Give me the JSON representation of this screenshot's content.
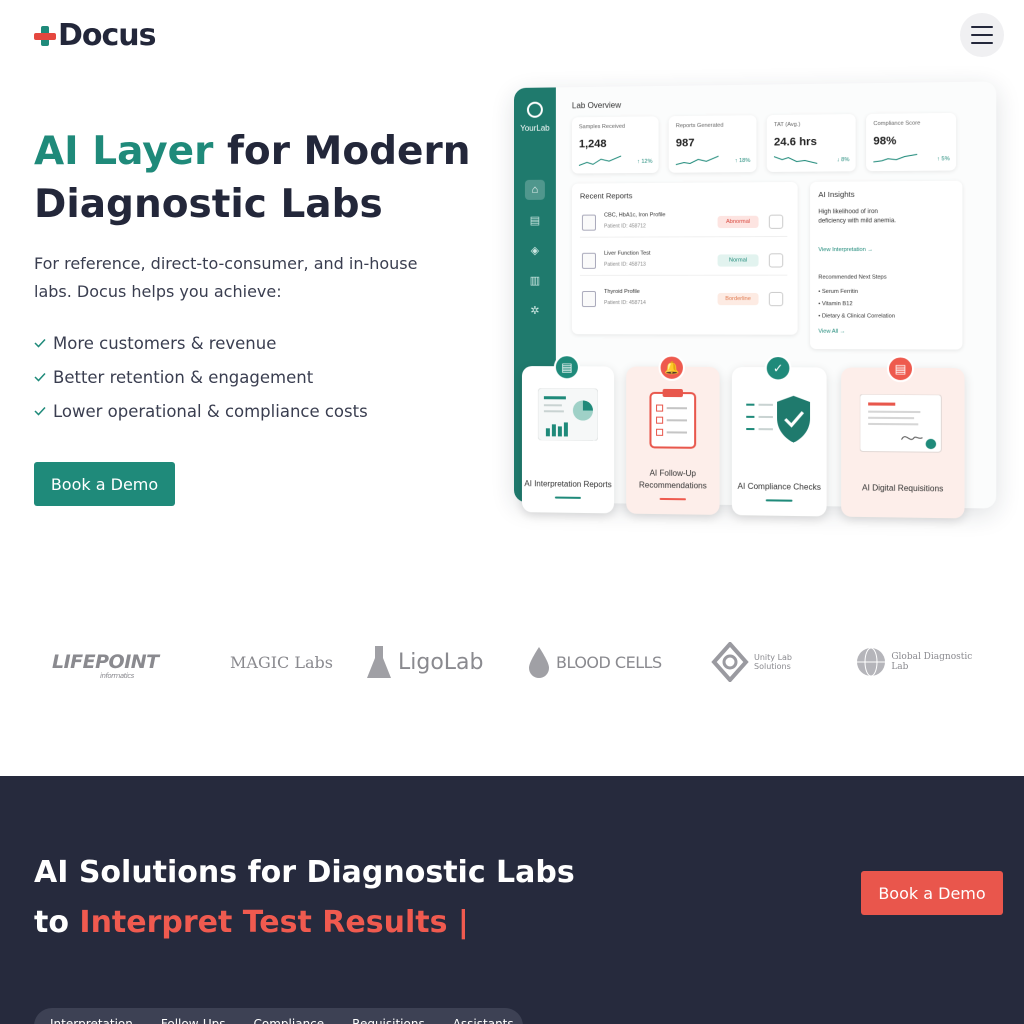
{
  "header": {
    "logo_text": "Docus",
    "menu_icon": "hamburger-menu-icon"
  },
  "hero": {
    "title_accent": "AI Layer",
    "title_rest": "for Modern Diagnostic Labs",
    "subtitle": "For reference, direct-to-consumer, and in-house labs. Docus helps you achieve:",
    "benefits": [
      "More customers & revenue",
      "Better retention & engagement",
      "Lower operational & compliance costs"
    ],
    "cta_label": "Book a Demo",
    "accent_color": "#1f8a7a"
  },
  "dashboard": {
    "brand": "YourLab",
    "section_title": "Lab Overview",
    "kpis": [
      {
        "label": "Samples Received",
        "value": "1,248",
        "delta": "↑ 12%"
      },
      {
        "label": "Reports Generated",
        "value": "987",
        "delta": "↑ 18%"
      },
      {
        "label": "TAT (Avg.)",
        "value": "24.6 hrs",
        "delta": "↓ 8%"
      },
      {
        "label": "Compliance Score",
        "value": "98%",
        "delta": "↑ 5%"
      }
    ],
    "recent_reports_title": "Recent Reports",
    "reports": [
      {
        "name": "CBC, HbA1c, Iron Profile",
        "patient": "Patient ID: 458712",
        "status": "Abnormal"
      },
      {
        "name": "Liver Function Test",
        "patient": "Patient ID: 458713",
        "status": "Normal"
      },
      {
        "name": "Thyroid Profile",
        "patient": "Patient ID: 458714",
        "status": "Borderline"
      }
    ],
    "insights": {
      "title": "AI Insights",
      "text": "High likelihood of iron deficiency with mild anemia.",
      "link": "View Interpretation →",
      "next_title": "Recommended Next Steps",
      "steps": [
        "Serum Ferritin",
        "Vitamin B12",
        "Dietary & Clinical Correlation"
      ],
      "view_all": "View All →"
    },
    "cards": [
      {
        "caption": "AI Interpretation Reports",
        "icon": "document-icon"
      },
      {
        "caption": "AI Follow-Up Recommendations",
        "icon": "bell-icon"
      },
      {
        "caption": "AI Compliance Checks",
        "icon": "shield-check-icon"
      },
      {
        "caption": "AI Digital Requisitions",
        "icon": "document-icon"
      }
    ]
  },
  "partners": {
    "logos": [
      {
        "name": "LIFEPOINT",
        "sub": "informatics"
      },
      {
        "name": "MAGIC Labs"
      },
      {
        "name": "LigoLab"
      },
      {
        "name": "BLOOD CELLS"
      },
      {
        "name": "Unity Lab Solutions"
      },
      {
        "name": "Global Diagnostic Lab"
      }
    ]
  },
  "solutions": {
    "title_line1": "AI Solutions for Diagnostic Labs",
    "title_prefix": "to",
    "title_highlight": "Interpret Test Results |",
    "cta_label": "Book a Demo",
    "tabs": [
      "Interpretation",
      "Follow-Ups",
      "Compliance",
      "Requisitions",
      "Assistants"
    ],
    "bg_color": "#262a3d",
    "highlight_color": "#f05a4f"
  }
}
